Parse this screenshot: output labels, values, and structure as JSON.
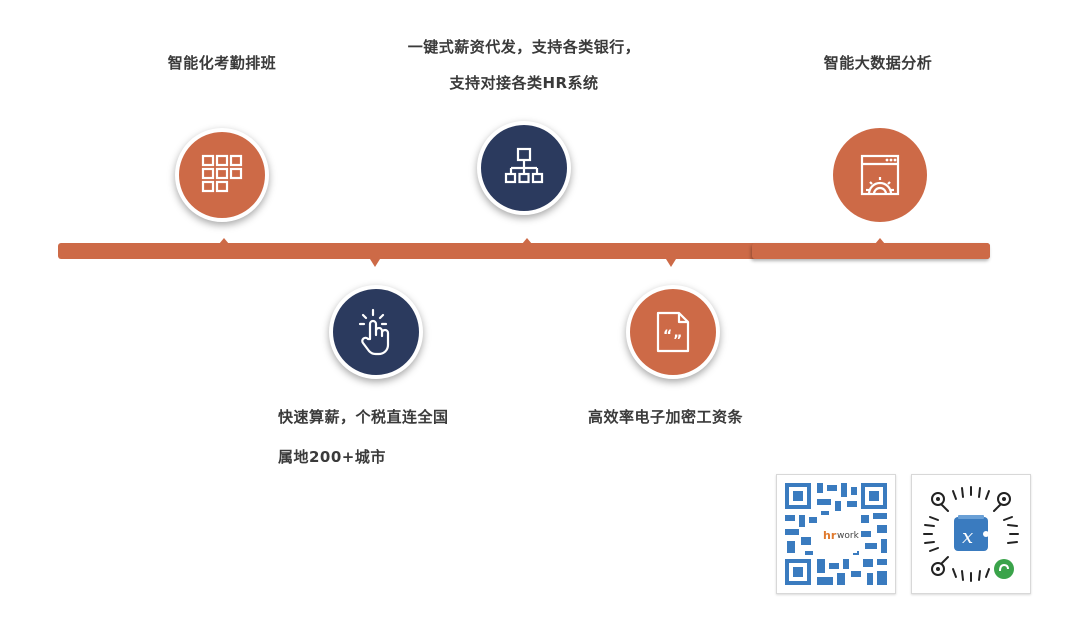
{
  "colors": {
    "accent_orange": "#cd6a47",
    "accent_navy": "#2b3a5e",
    "text": "#3a3a3a",
    "qr_blue": "#3a7bbf"
  },
  "timeline": {
    "top_items": [
      {
        "label": "智能化考勤排班",
        "icon": "calendar-grid-icon",
        "color": "#cd6a47"
      },
      {
        "label_line1": "一键式薪资代发，支持各类银行，",
        "label_line2": "支持对接各类HR系统",
        "icon": "org-chart-icon",
        "color": "#2b3a5e"
      },
      {
        "label": "智能大数据分析",
        "icon": "browser-gear-icon",
        "color": "#cd6a47"
      }
    ],
    "bottom_items": [
      {
        "label_line1": "快速算薪，个税直连全国",
        "label_line2": "属地200+城市",
        "icon": "tap-hand-icon",
        "color": "#2b3a5e"
      },
      {
        "label": "高效率电子加密工资条",
        "icon": "quote-document-icon",
        "color": "#cd6a47"
      }
    ]
  },
  "qr_codes": [
    {
      "name": "hrwork-qr-code",
      "logo_text": "hr work"
    },
    {
      "name": "mini-program-code",
      "logo_text": "x"
    }
  ]
}
